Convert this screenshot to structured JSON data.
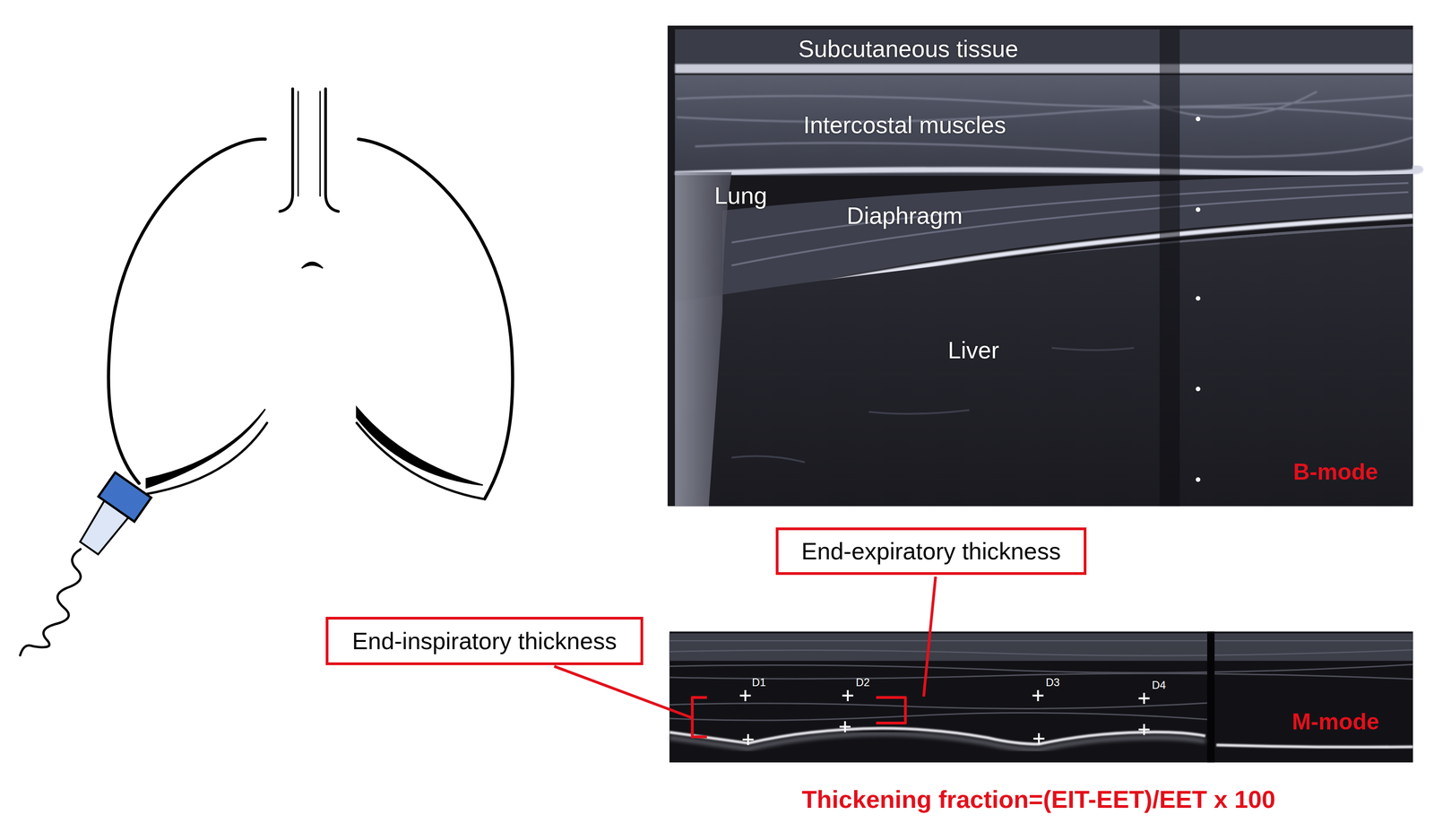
{
  "diagram": {
    "caption": "Thickening fraction=(EIT-EET)/EET x 100",
    "nodes": [
      {
        "text": [
          "End-expiratory thickness"
        ]
      },
      {
        "text": [
          "End-inspiratory thickness"
        ]
      }
    ],
    "labels": [
      "Subcutaneous tissue",
      "Intercostal muscles",
      "Lung",
      "Diaphragm",
      "Liver",
      "B-mode",
      "D1",
      "D2",
      "D3",
      "D4",
      "M-mode"
    ]
  }
}
